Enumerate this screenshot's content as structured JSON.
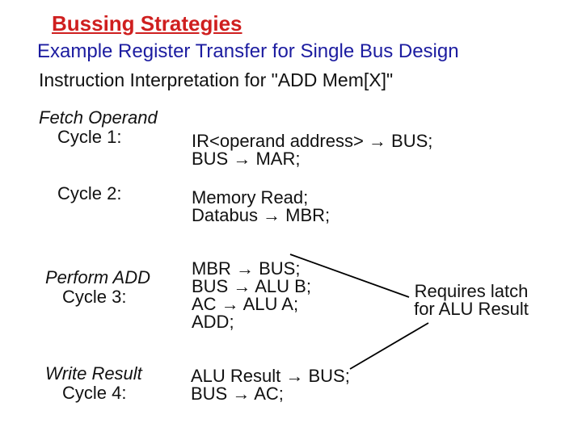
{
  "slide": {
    "title": "Bussing Strategies",
    "subtitle": "Example Register Transfer for Single Bus Design",
    "instruction": "Instruction Interpretation for \"ADD Mem[X]\"",
    "colors": {
      "title_red": "#cf1f1f",
      "subtitle_blue": "#1c1ca0",
      "body_black": "#111111",
      "background": "#ffffff"
    }
  },
  "steps": [
    {
      "phase": "Fetch Operand",
      "cycle": "Cycle 1:",
      "code": [
        "IR<operand address> → BUS;",
        "BUS → MAR;"
      ]
    },
    {
      "phase": "",
      "cycle": "Cycle 2:",
      "code": [
        "Memory Read;",
        "Databus → MBR;"
      ]
    },
    {
      "phase": "Perform ADD",
      "cycle": "Cycle 3:",
      "code": [
        "MBR → BUS;",
        "BUS → ALU B;",
        "AC → ALU A;",
        "ADD;"
      ]
    },
    {
      "phase": "Write Result",
      "cycle": "Cycle 4:",
      "code": [
        "ALU Result → BUS;",
        "BUS → AC;"
      ]
    }
  ],
  "annotation": {
    "line1": "Requires latch",
    "line2": "for ALU Result"
  }
}
